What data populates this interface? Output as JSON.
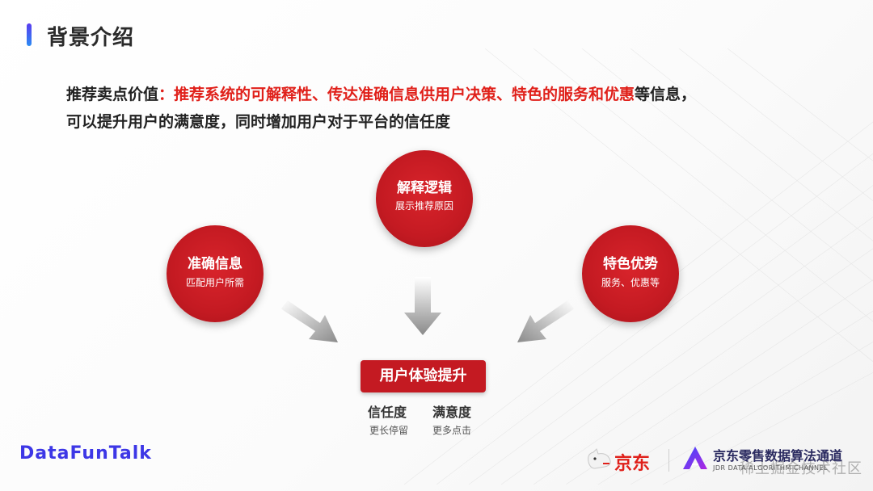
{
  "header": {
    "title": "背景介绍"
  },
  "intro": {
    "lead": "推荐卖点价值",
    "colon": "：",
    "highlight": "推荐系统的可解释性、传达准确信息供用户决策、特色的服务和优惠",
    "rest_line1": "等信息，",
    "line2": "可以提升用户的满意度，同时增加用户对于平台的信任度"
  },
  "circles": [
    {
      "title": "解释逻辑",
      "sub": "展示推荐原因"
    },
    {
      "title": "准确信息",
      "sub": "匹配用户所需"
    },
    {
      "title": "特色优势",
      "sub": "服务、优惠等"
    }
  ],
  "result": {
    "title": "用户体验提升",
    "metrics": [
      {
        "label": "信任度",
        "sub": "更长停留"
      },
      {
        "label": "满意度",
        "sub": "更多点击"
      }
    ]
  },
  "footer": {
    "brand": "DataFunTalk",
    "jd_text": "京东",
    "algo_title": "京东零售数据算法通道",
    "algo_sub": "JDR DATA ALGORITHM CHANNEL",
    "watermark": "稀土掘金技术社区"
  },
  "colors": {
    "accent_red": "#c41a22",
    "highlight_red": "#e0201a",
    "brand_blue": "#3d37e6"
  }
}
